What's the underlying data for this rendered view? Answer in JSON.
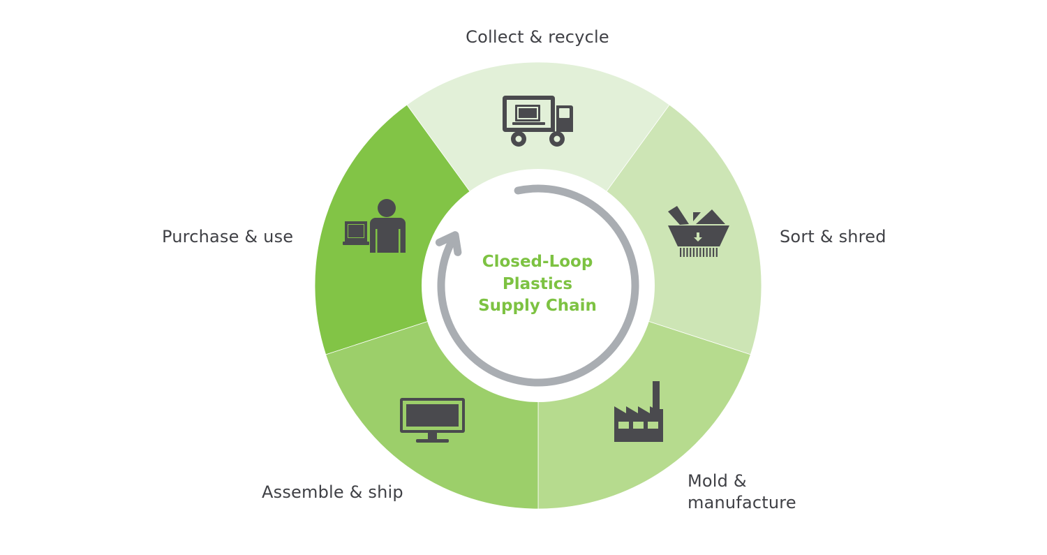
{
  "diagram": {
    "title": "Closed-Loop\nPlastics\nSupply Chain",
    "type": "cycle",
    "direction": "clockwise",
    "colors": {
      "title": "#7dc242",
      "label_text": "#3f4045",
      "icon": "#4a4a4e",
      "arrow": "#a9adb2",
      "inner_disc": "#ffffff"
    },
    "stages": [
      {
        "id": "collect",
        "label": "Collect & recycle",
        "icon": "delivery-truck-icon",
        "color": "#e2f0d8"
      },
      {
        "id": "sort",
        "label": "Sort & shred",
        "icon": "shredder-bin-icon",
        "color": "#cde5b5"
      },
      {
        "id": "mold",
        "label": "Mold &\nmanufacture",
        "icon": "factory-icon",
        "color": "#b6db8e"
      },
      {
        "id": "assemble",
        "label": "Assemble & ship",
        "icon": "monitor-icon",
        "color": "#9ccf6a"
      },
      {
        "id": "purchase",
        "label": "Purchase & use",
        "icon": "person-computer-icon",
        "color": "#82c446"
      }
    ]
  }
}
